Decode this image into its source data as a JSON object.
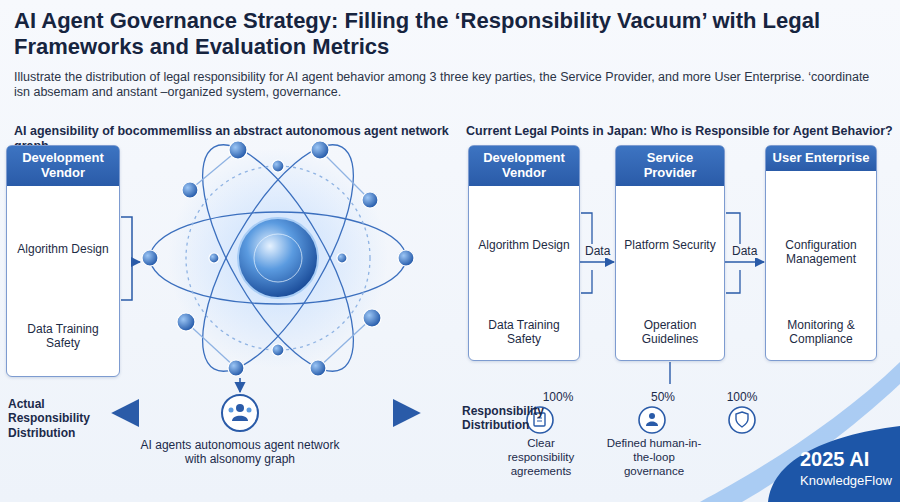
{
  "diagram": {
    "title": "AI Agent Governance Strategy: Filling the ‘Responsibility Vacuum’ with Legal Frameworks and Evaluation Metrics",
    "nodes": [
      {
        "text": [
          "Development Vendor",
          "Algorithm Design",
          "Data Training Safety"
        ]
      },
      {
        "text": [
          "Development Vendor",
          "Algorithm Design",
          "Data Training Safety"
        ]
      },
      {
        "text": [
          "Service Provider",
          "Platform Security",
          "Operation Guidelines"
        ]
      },
      {
        "text": [
          "User Enterprise",
          "Configuration Management",
          "Monitoring & Compliance"
        ]
      }
    ],
    "edges": [
      {
        "from": 1,
        "to": 2,
        "label": "Data",
        "arrow": "to"
      },
      {
        "from": 2,
        "to": 3,
        "label": "Data",
        "arrow": "to"
      }
    ],
    "labels": [
      "Illustrate the distribution of legal responsibility for AI agent behavior among 3 three key parties, the Service Provider, and more User Enterprise. ‘coordinate isn absemam and anstant –organized system, governance.",
      "AI agensibility of bocommemlliss an abstract autonomous agent network graph",
      "Current Legal Points in Japan: Who is Responsible for Agent Behavior?",
      "Actual Responsibility Distribution",
      "AI agents autonomous agent network with alsonomy graph",
      "Responsibility Distribution",
      "100%",
      "50%",
      "100%",
      "Clear responsibility agreements",
      "Defined human-in-the-loop governance",
      "2025 AI",
      "KnowledgeFlow"
    ]
  }
}
